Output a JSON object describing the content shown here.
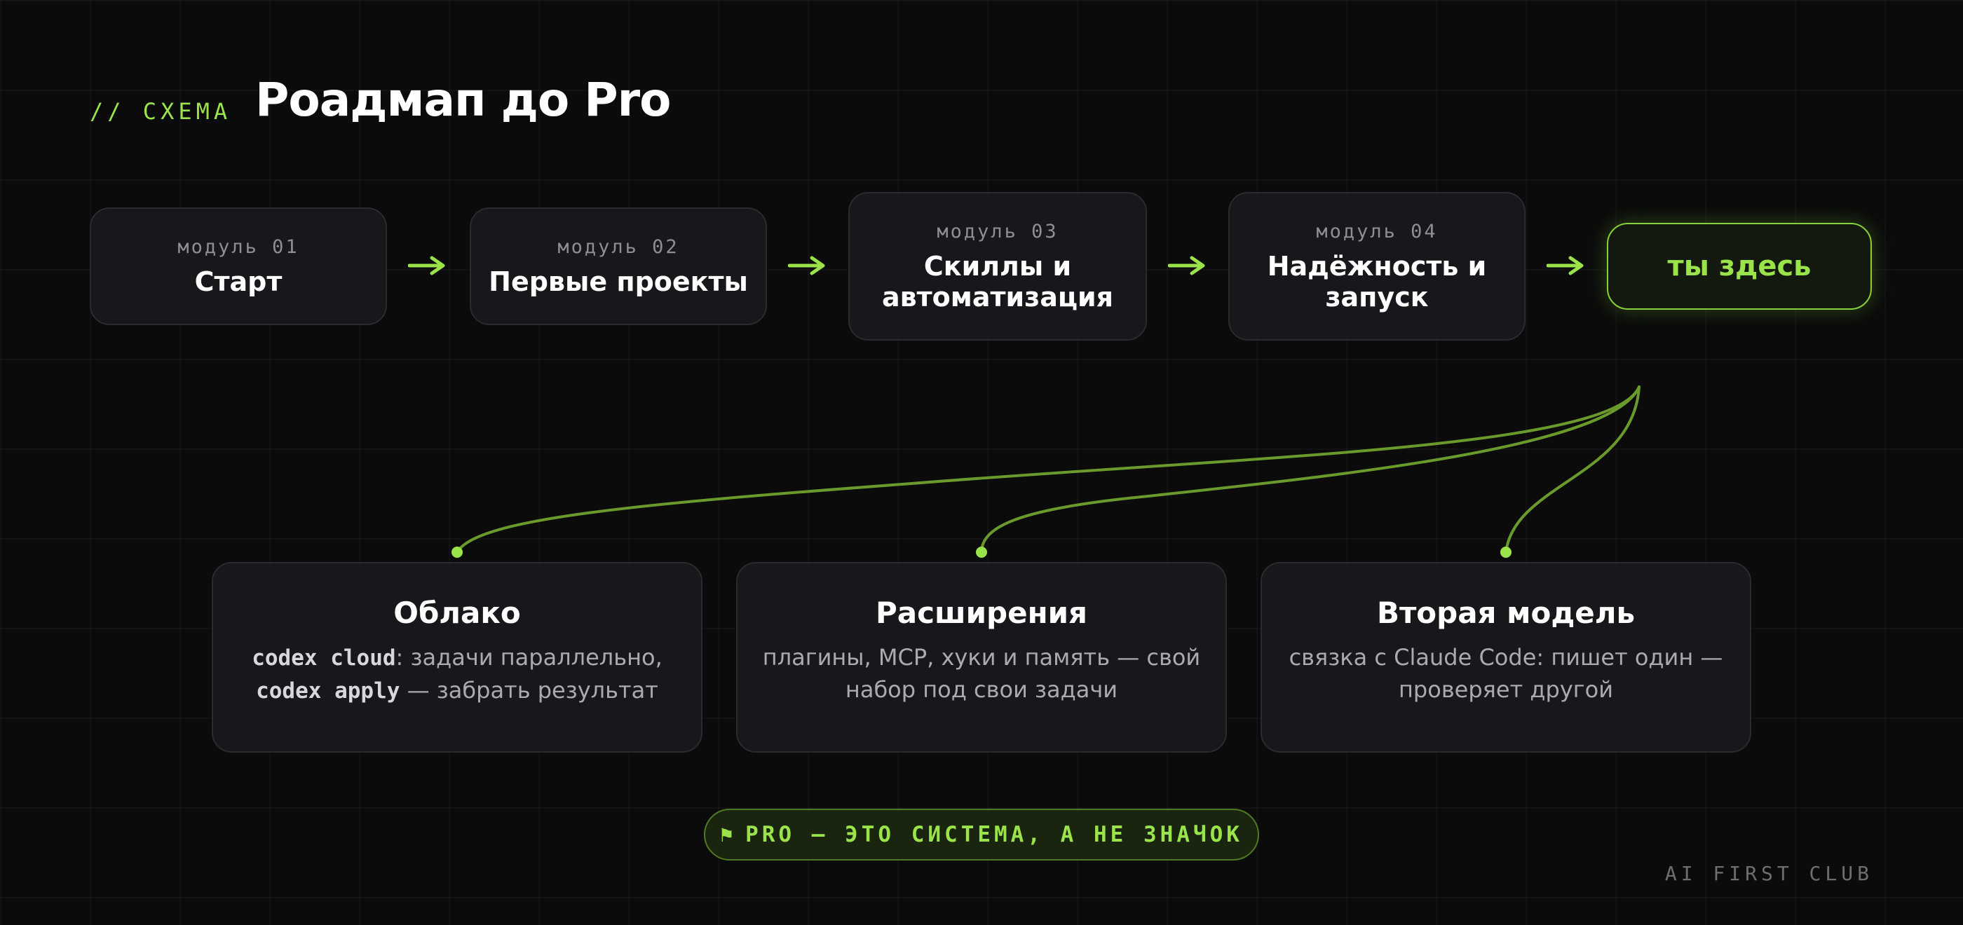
{
  "header": {
    "tag": "// СХЕМА",
    "title": "Роадмап до Pro"
  },
  "modules": [
    {
      "label": "модуль 01",
      "title_lines": [
        "Старт"
      ]
    },
    {
      "label": "модуль 02",
      "title_lines": [
        "Первые проекты"
      ]
    },
    {
      "label": "модуль 03",
      "title_lines": [
        "Скиллы и",
        "автоматизация"
      ]
    },
    {
      "label": "модуль 04",
      "title_lines": [
        "Надёжность и",
        "запуск"
      ]
    }
  ],
  "current": {
    "label": "ты здесь"
  },
  "branches": [
    {
      "title": "Облако",
      "desc_parts": [
        {
          "code": "codex cloud"
        },
        {
          "text": ": задачи параллельно,"
        },
        {
          "br": true
        },
        {
          "code": "codex apply"
        },
        {
          "text": " — забрать результат"
        }
      ]
    },
    {
      "title": "Расширения",
      "desc_parts": [
        {
          "text": "плагины, MCP, хуки и память — свой"
        },
        {
          "br": true
        },
        {
          "text": "набор под свои задачи"
        }
      ]
    },
    {
      "title": "Вторая модель",
      "desc_parts": [
        {
          "text": "связка с Claude Code: пишет один —"
        },
        {
          "br": true
        },
        {
          "text": "проверяет другой"
        }
      ]
    }
  ],
  "badge": {
    "icon": "flag-icon",
    "text": "PRO — ЭТО СИСТЕМА, А НЕ ЗНАЧОК"
  },
  "footer": {
    "brand": "AI FIRST CLUB"
  },
  "colors": {
    "accent": "#9be34a",
    "card_bg": "#17181b",
    "background": "#0b0b0b"
  }
}
